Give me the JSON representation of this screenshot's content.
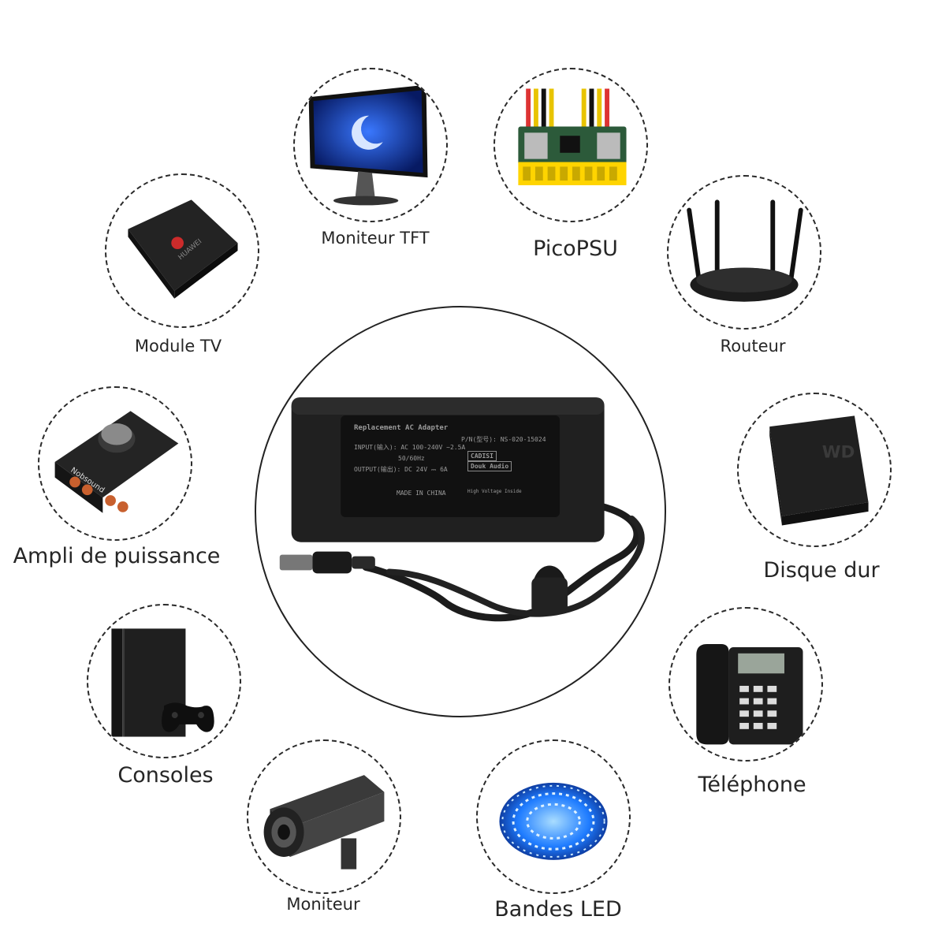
{
  "center": {
    "icon": "power-adapter-icon",
    "label_title": "Replacement AC Adapter",
    "label_pn": "P/N(型号): NS-020-15024",
    "label_input": "INPUT(输入): AC 100-240V ~2.5A",
    "label_freq": "50/60Hz",
    "label_output": "OUTPUT(输出): DC 24V ⎓ 6A",
    "label_made": "MADE IN CHINA",
    "label_brand_1": "CADISI",
    "label_brand_2": "Douk Audio",
    "label_warning": "High Voltage Inside"
  },
  "devices": {
    "moniteur_tft": {
      "label": "Moniteur TFT",
      "icon": "monitor-icon"
    },
    "picopsu": {
      "label": "PicoPSU",
      "icon": "pico-psu-board-icon"
    },
    "module_tv": {
      "label": "Module TV",
      "icon": "tv-box-icon",
      "logo_text": "HUAWEI"
    },
    "routeur": {
      "label": "Routeur",
      "icon": "router-icon"
    },
    "ampli": {
      "label": "Ampli de puissance",
      "icon": "amplifier-icon",
      "logo_text": "Nobsound"
    },
    "disque_dur": {
      "label": "Disque dur",
      "icon": "hard-drive-icon",
      "logo_text": "WD"
    },
    "consoles": {
      "label": "Consoles",
      "icon": "game-console-icon"
    },
    "telephone": {
      "label": "Téléphone",
      "icon": "desk-phone-icon"
    },
    "moniteur": {
      "label": "Moniteur",
      "icon": "security-camera-icon"
    },
    "bandes_led": {
      "label": "Bandes LED",
      "icon": "led-strip-icon"
    }
  }
}
